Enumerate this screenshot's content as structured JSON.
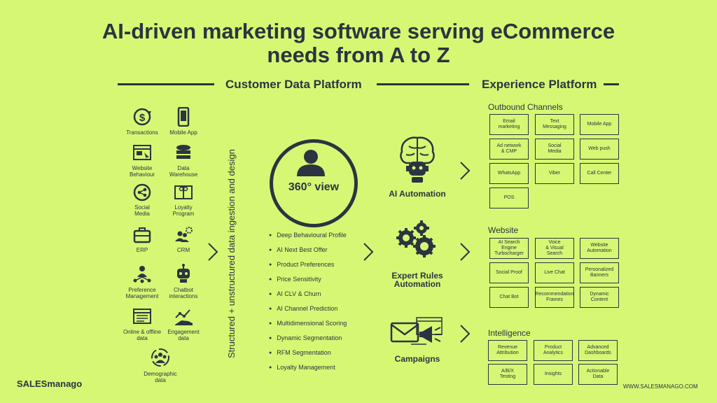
{
  "title_line1": "AI-driven marketing software serving eCommerce",
  "title_line2": "needs from A to Z",
  "cdp_label": "Customer Data Platform",
  "exp_label": "Experience Platform",
  "sources": [
    {
      "label1": "Transactions",
      "label2": "",
      "icon": "dollar-cycle-icon"
    },
    {
      "label1": "Mobile App",
      "label2": "",
      "icon": "smartphone-icon"
    },
    {
      "label1": "Website",
      "label2": "Behaviour",
      "icon": "browser-cursor-icon"
    },
    {
      "label1": "Data",
      "label2": "Warehouse",
      "icon": "database-icon"
    },
    {
      "label1": "Social",
      "label2": "Media",
      "icon": "share-icon"
    },
    {
      "label1": "Loyalty",
      "label2": "Program",
      "icon": "gift-card-icon"
    },
    {
      "label1": "ERP",
      "label2": "",
      "icon": "briefcase-icon"
    },
    {
      "label1": "CRM",
      "label2": "",
      "icon": "people-gear-icon"
    },
    {
      "label1": "Preference",
      "label2": "Management",
      "icon": "network-person-icon"
    },
    {
      "label1": "Chatbot",
      "label2": "interactions",
      "icon": "robot-icon"
    },
    {
      "label1": "Online & offline",
      "label2": "data",
      "icon": "browser-list-icon"
    },
    {
      "label1": "Engagement",
      "label2": "data",
      "icon": "chart-hand-icon"
    },
    {
      "label1": "Demographic",
      "label2": "data",
      "icon": "group-cycle-icon"
    }
  ],
  "vertical_text": "Structured + unstructured data ingestion and design",
  "view_label": "360° view",
  "features": [
    "Deep Behavioural Profile",
    "AI Next Best Offer",
    "Product Preferences",
    "Price Sensitivity",
    "AI  CLV & Churn",
    "AI Channel Prediction",
    "Multidimensional Scoring",
    "Dynamic Segmentation",
    "RFM Segmentation",
    "Loyalty Management"
  ],
  "modules": {
    "ai": "AI Automation",
    "expert1": "Expert Rules",
    "expert2": "Automation",
    "campaigns": "Campaigns"
  },
  "outbound": {
    "title": "Outbound Channels",
    "items": [
      [
        "Email",
        "marketing"
      ],
      [
        "Text",
        "Messaging"
      ],
      [
        "Mobile App",
        ""
      ],
      [
        "Ad network",
        "& CMP"
      ],
      [
        "Social",
        "Media"
      ],
      [
        "Web push",
        ""
      ],
      [
        "WhatsApp",
        ""
      ],
      [
        "Viber",
        ""
      ],
      [
        "Call Center",
        ""
      ],
      [
        "POS",
        ""
      ]
    ]
  },
  "website": {
    "title": "Website",
    "items": [
      [
        "AI Search",
        "Engine",
        "Turbocharger"
      ],
      [
        "Voice",
        "& Visual",
        "Search"
      ],
      [
        "Website",
        "Automation",
        ""
      ],
      [
        "Social Proof",
        "",
        ""
      ],
      [
        "Live Chat",
        "",
        ""
      ],
      [
        "Personalized",
        "Banners",
        ""
      ],
      [
        "Chat Bot",
        "",
        ""
      ],
      [
        "Recommendation",
        "Frames",
        ""
      ],
      [
        "Dynamic",
        "Content",
        ""
      ]
    ]
  },
  "intelligence": {
    "title": "Intelligence",
    "items": [
      [
        "Revenue",
        "Attribution"
      ],
      [
        "Product",
        "Analytics"
      ],
      [
        "Advanced",
        "Dashboards"
      ],
      [
        "A/B/X",
        "Testing"
      ],
      [
        "Insights",
        ""
      ],
      [
        "Actionable",
        "Data"
      ]
    ]
  },
  "logo_text": "SALESmanago",
  "footer_url": "WWW.SALESMANAGO.COM",
  "colors": {
    "background": "#d6f774",
    "ink": "#2b3440"
  }
}
